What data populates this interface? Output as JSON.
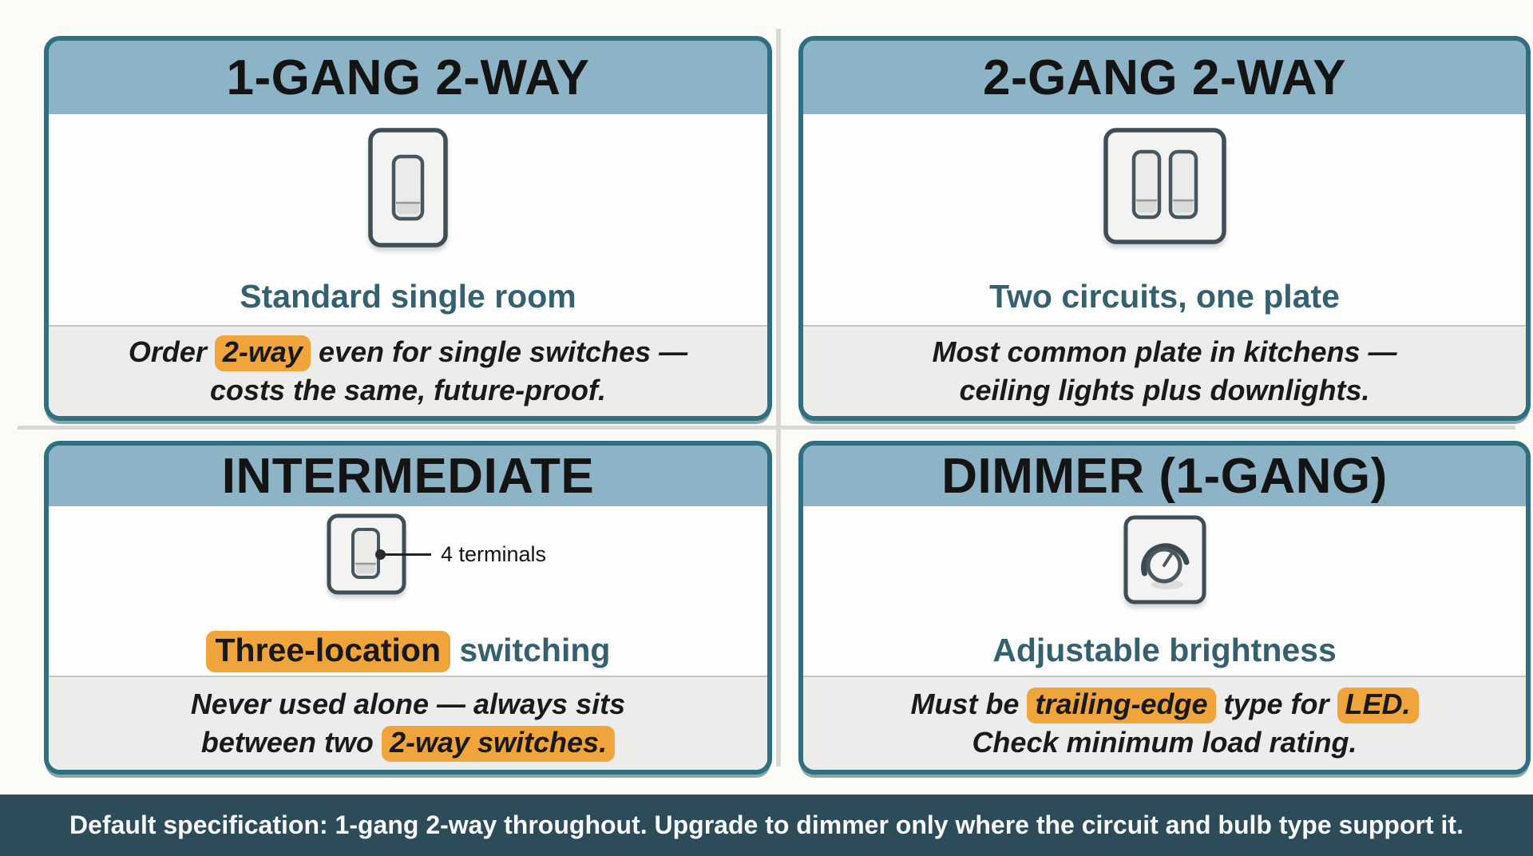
{
  "colors": {
    "page_background": "#fbfbf7",
    "card_border_teal": "#2f6f80",
    "card_header_blue": "#8db4c6",
    "subtitle_teal": "#35616f",
    "highlight_orange": "#efa43c",
    "note_strip_gray": "#ececea",
    "footer_dark_teal": "#2d4b58",
    "divider_gray": "#d9d9d6"
  },
  "cards": [
    {
      "title": "1-GANG 2-WAY",
      "icon": "single-rocker-switch",
      "subtitle_segments": [
        {
          "t": "Standard single room"
        }
      ],
      "note_segments": [
        {
          "t": "Order "
        },
        {
          "t": "2-way",
          "hl": true
        },
        {
          "t": " even for single switches —"
        },
        {
          "br": true
        },
        {
          "t": "costs the same, future-proof."
        }
      ]
    },
    {
      "title": "2-GANG 2-WAY",
      "icon": "double-rocker-switch",
      "subtitle_segments": [
        {
          "t": "Two circuits, one plate"
        }
      ],
      "note_segments": [
        {
          "t": "Most common plate in kitchens —"
        },
        {
          "br": true
        },
        {
          "t": "ceiling lights plus downlights."
        }
      ]
    },
    {
      "title": "INTERMEDIATE",
      "icon": "intermediate-switch",
      "callout": "4 terminals",
      "subtitle_segments": [
        {
          "t": "Three-location",
          "hl": true
        },
        {
          "t": " switching"
        }
      ],
      "note_segments": [
        {
          "t": "Never used alone — always sits"
        },
        {
          "br": true
        },
        {
          "t": "between two "
        },
        {
          "t": "2-way switches.",
          "hl": true
        }
      ]
    },
    {
      "title": "DIMMER (1-GANG)",
      "icon": "dimmer-knob",
      "subtitle_segments": [
        {
          "t": "Adjustable brightness"
        }
      ],
      "note_segments": [
        {
          "t": "Must be "
        },
        {
          "t": "trailing-edge",
          "hl": true
        },
        {
          "t": " type for "
        },
        {
          "t": "LED.",
          "hl": true
        },
        {
          "br": true
        },
        {
          "t": "Check minimum load rating."
        }
      ]
    }
  ],
  "footer": {
    "segments": [
      {
        "t": "Default specification:",
        "b": true
      },
      {
        "t": " 1-gang 2-way throughout. Upgrade to dimmer only where the circuit and bulb type support it."
      }
    ]
  }
}
